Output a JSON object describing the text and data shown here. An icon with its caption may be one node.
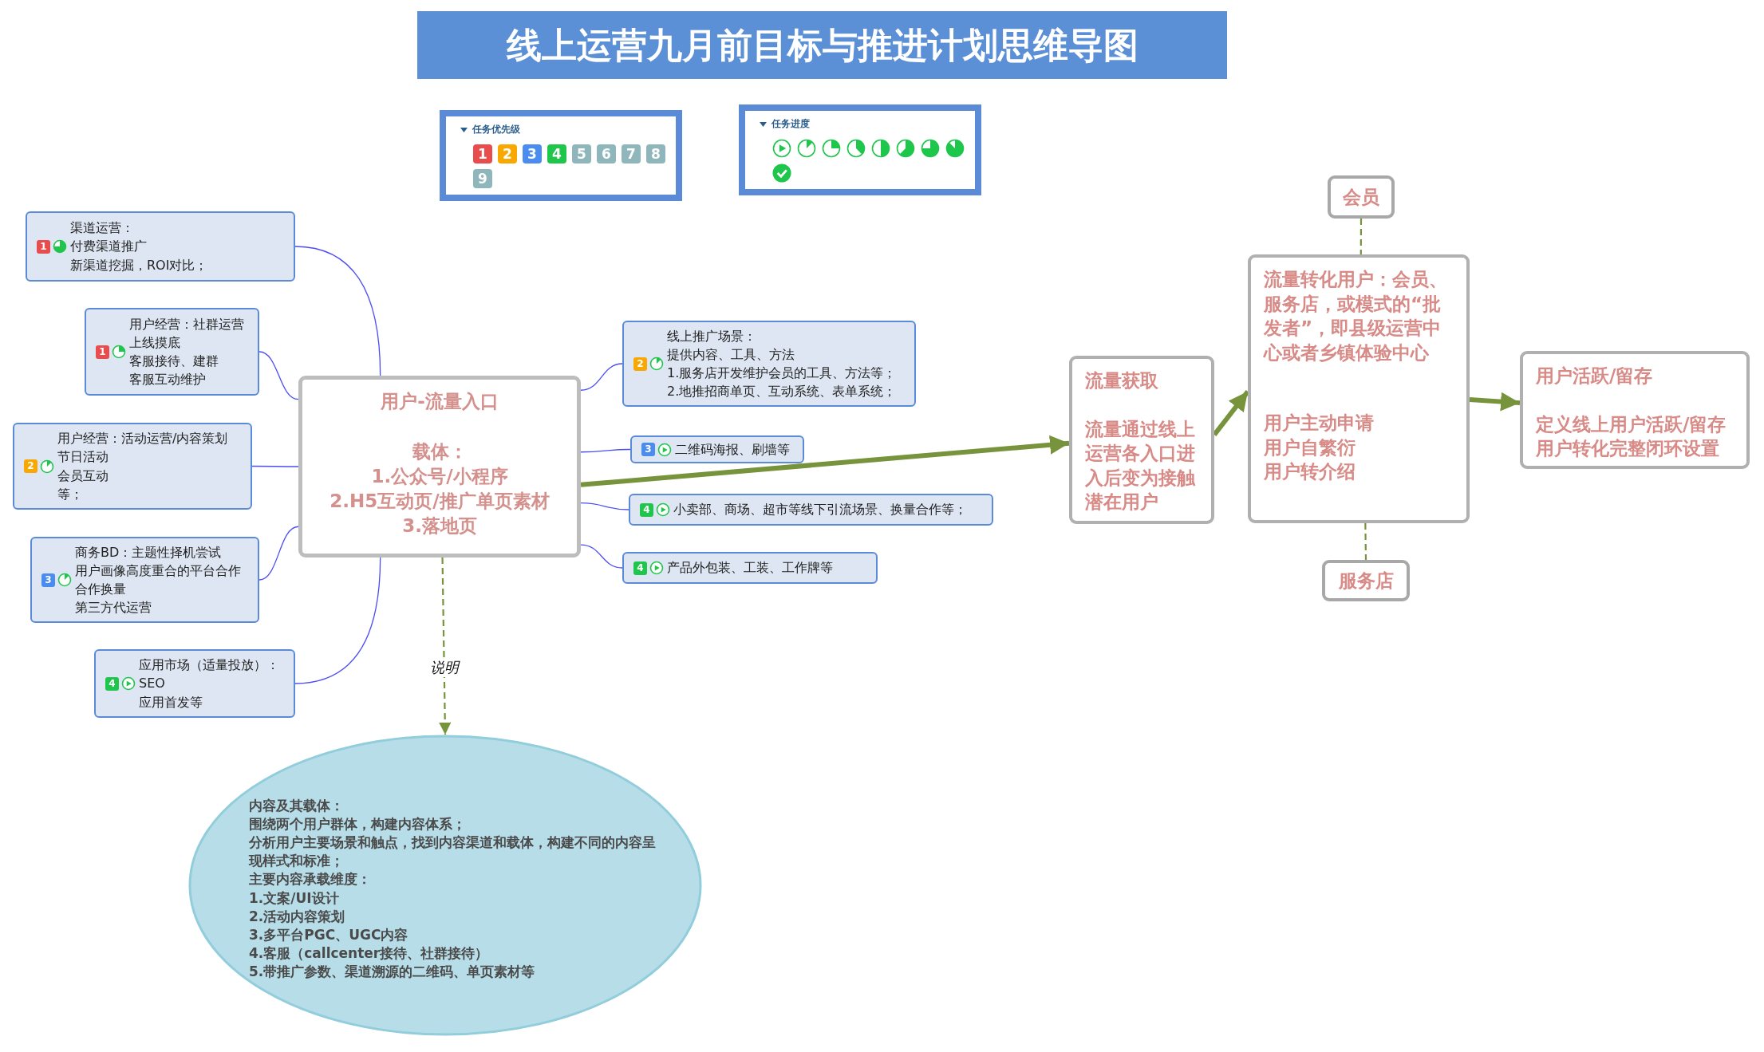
{
  "diagram": {
    "title": "线上运营九月前目标与推进计划思维导图",
    "nodes": [
      {
        "text": [
          "用户-流量入口",
          "载体：",
          "1.公众号/小程序",
          "2.H5互动页/推广单页素材",
          "3.落地页"
        ]
      },
      {
        "text": [
          "1",
          "渠道运营：",
          "付费渠道推广",
          "新渠道挖掘，ROI对比；"
        ]
      },
      {
        "text": [
          "1",
          "用户经营：社群运营",
          "上线摸底",
          "客服接待、建群",
          "客服互动维护"
        ]
      },
      {
        "text": [
          "2",
          "用户经营：活动运营/内容策划",
          "节日活动",
          "会员互动",
          "等；"
        ]
      },
      {
        "text": [
          "3",
          "商务BD：主题性择机尝试",
          "用户画像高度重合的平台合作",
          "合作换量",
          "第三方代运营"
        ]
      },
      {
        "text": [
          "4",
          "应用市场（适量投放）：",
          "SEO",
          "应用首发等"
        ]
      },
      {
        "text": [
          "2",
          "线上推广场景：",
          "提供内容、工具、方法",
          "1.服务店开发维护会员的工具、方法等；",
          "2.地推招商单页、互动系统、表单系统；"
        ]
      },
      {
        "text": [
          "3",
          "二维码海报、刷墙等"
        ]
      },
      {
        "text": [
          "4",
          "小卖部、商场、超市等线下引流场景、换量合作等；"
        ]
      },
      {
        "text": [
          "4",
          "产品外包装、工装、工作牌等"
        ]
      },
      {
        "text": [
          "流量获取",
          "流量通过线上运营各入口进入后变为接触潜在用户"
        ]
      },
      {
        "text": [
          "流量转化用户：会员、服务店，或模式的“批发者”，即县级运营中心或者乡镇体验中心",
          "用户主动申请",
          "用户自繁衍",
          "用户转介绍"
        ]
      },
      {
        "text": [
          "会员"
        ]
      },
      {
        "text": [
          "服务店"
        ]
      },
      {
        "text": [
          "用户活跃/留存",
          "定义线上用户活跃/留存",
          "用户转化完整闭环设置"
        ]
      },
      {
        "text": [
          "内容及其载体：",
          "围绕两个用户群体，构建内容体系；",
          "分析用户主要场景和触点，找到内容渠道和载体，构建不同的内容呈现样式和标准；",
          "主要内容承载维度：",
          "1.文案/UI设计",
          "2.活动内容策划",
          "3.多平台PGC、UGC内容",
          "4.客服（callcenter接待、社群接待）",
          "5.带推广参数、渠道溯源的二维码、单页素材等"
        ]
      }
    ],
    "edges": [
      {
        "from": 0,
        "to": 1,
        "arrow": "none"
      },
      {
        "from": 0,
        "to": 2,
        "arrow": "none"
      },
      {
        "from": 0,
        "to": 3,
        "arrow": "none"
      },
      {
        "from": 0,
        "to": 4,
        "arrow": "none"
      },
      {
        "from": 0,
        "to": 5,
        "arrow": "none"
      },
      {
        "from": 0,
        "to": 6,
        "arrow": "none"
      },
      {
        "from": 0,
        "to": 7,
        "arrow": "none"
      },
      {
        "from": 0,
        "to": 8,
        "arrow": "none"
      },
      {
        "from": 0,
        "to": 9,
        "arrow": "none"
      },
      {
        "from": 0,
        "to": 10,
        "arrow": "to",
        "style": "thick",
        "color": "#77933c"
      },
      {
        "from": 10,
        "to": 11,
        "arrow": "to",
        "style": "thick",
        "color": "#77933c"
      },
      {
        "from": 11,
        "to": 14,
        "arrow": "to",
        "style": "thick",
        "color": "#77933c"
      },
      {
        "from": 12,
        "to": 11,
        "arrow": "none",
        "style": "dashed",
        "color": "#77933c"
      },
      {
        "from": 11,
        "to": 13,
        "arrow": "none",
        "style": "dashed",
        "color": "#77933c"
      },
      {
        "from": 0,
        "to": 15,
        "arrow": "to",
        "style": "dashed",
        "color": "#77933c",
        "label": "说明"
      }
    ],
    "labels": [
      "任务优先级",
      "任务进度"
    ],
    "legend": [
      {
        "text": "1",
        "color": "#e84c4c"
      },
      {
        "text": "2",
        "color": "#f8a800"
      },
      {
        "text": "3",
        "color": "#4a8cf0"
      },
      {
        "text": "4",
        "color": "#1ec64c"
      },
      {
        "text": "5",
        "color": "#8fb6ba"
      },
      {
        "text": "6",
        "color": "#8fb6ba"
      },
      {
        "text": "7",
        "color": "#8fb6ba"
      },
      {
        "text": "8",
        "color": "#8fb6ba"
      },
      {
        "text": "9",
        "color": "#8fb6ba"
      }
    ]
  }
}
